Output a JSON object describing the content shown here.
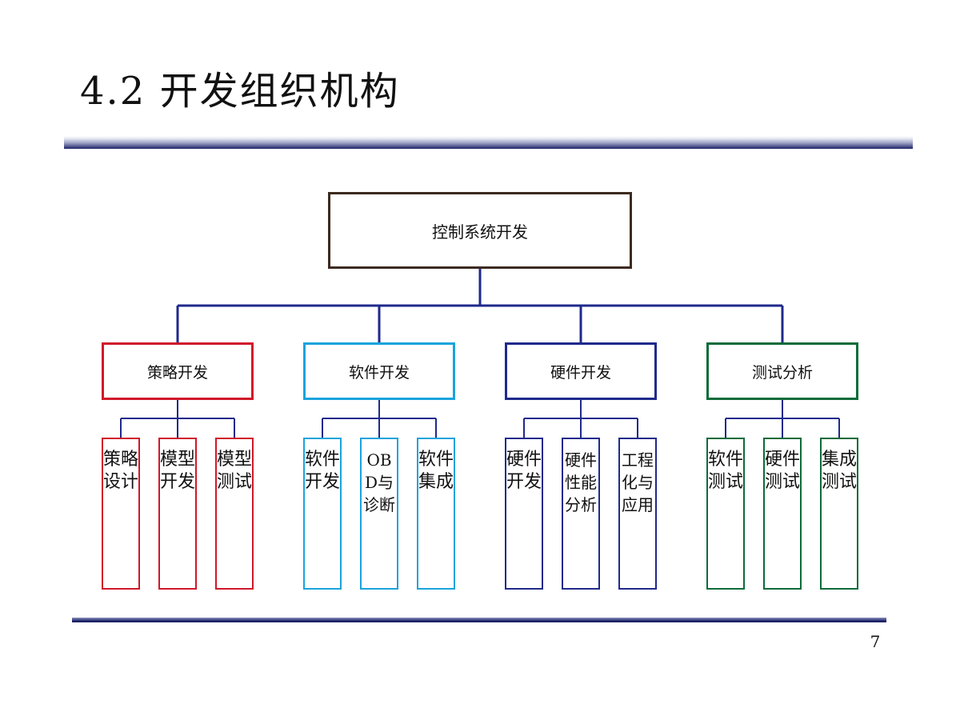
{
  "slide": {
    "title": "4.2 开发组织机构",
    "page_number": "7"
  },
  "colors": {
    "root_border": "#3d2a20",
    "connector": "#1f2a8c",
    "strategy": "#d0182a",
    "software": "#1aa3dd",
    "hardware": "#1f2a8c",
    "testing": "#0e6b3a"
  },
  "org_chart": {
    "root": {
      "label": "控制系统开发"
    },
    "departments": [
      {
        "label": "策略开发",
        "color_key": "strategy",
        "units": [
          {
            "label": "策略设计"
          },
          {
            "label": "模型开发"
          },
          {
            "label": "模型测试"
          }
        ]
      },
      {
        "label": "软件开发",
        "color_key": "software",
        "units": [
          {
            "label": "软件开发"
          },
          {
            "label": "OBD与诊断"
          },
          {
            "label": "软件集成"
          }
        ]
      },
      {
        "label": "硬件开发",
        "color_key": "hardware",
        "units": [
          {
            "label": "硬件开发"
          },
          {
            "label": "硬件性能分析"
          },
          {
            "label": "工程化与应用"
          }
        ]
      },
      {
        "label": "测试分析",
        "color_key": "testing",
        "units": [
          {
            "label": "软件测试"
          },
          {
            "label": "硬件测试"
          },
          {
            "label": "集成测试"
          }
        ]
      }
    ]
  }
}
